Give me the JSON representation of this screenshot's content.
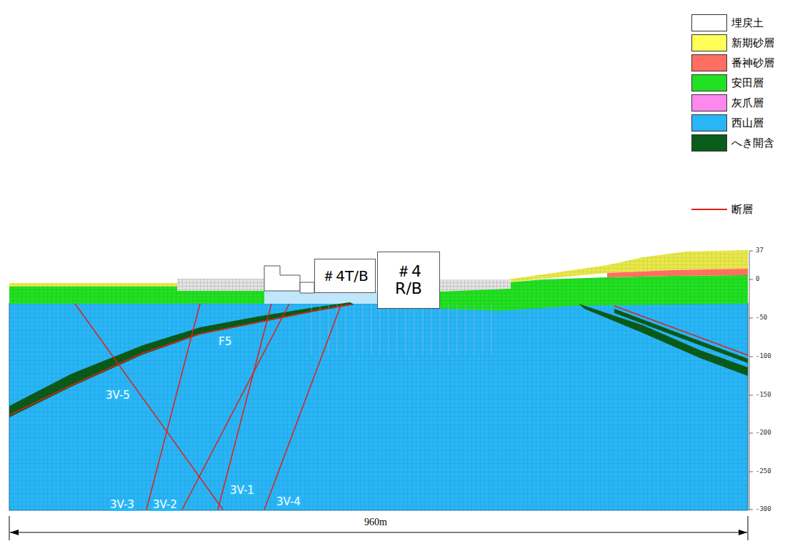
{
  "diagram": {
    "nodes": [
      {
        "text": [
          "＃4T/B"
        ]
      },
      {
        "text": [
          "＃4 R/B"
        ]
      }
    ],
    "labels": [
      "F5",
      "3V-5",
      "3V-3",
      "3V-2",
      "3V-1",
      "3V-4",
      "37",
      "0",
      "-50",
      "-100",
      "-150",
      "-200",
      "-250",
      "-300",
      "960m"
    ],
    "legend": [
      {
        "text": "埋戻土",
        "color": "#ffffff"
      },
      {
        "text": "新期砂層",
        "color": "#ffff55"
      },
      {
        "text": "番神砂層",
        "color": "#ff6f61"
      },
      {
        "text": "安田層",
        "color": "#22e022"
      },
      {
        "text": "灰爪層",
        "color": "#ff88ee"
      },
      {
        "text": "西山層",
        "color": "#29b6f6"
      },
      {
        "text": "へき開含",
        "color": "#0a5c1a"
      },
      {
        "text": "断層"
      }
    ]
  }
}
